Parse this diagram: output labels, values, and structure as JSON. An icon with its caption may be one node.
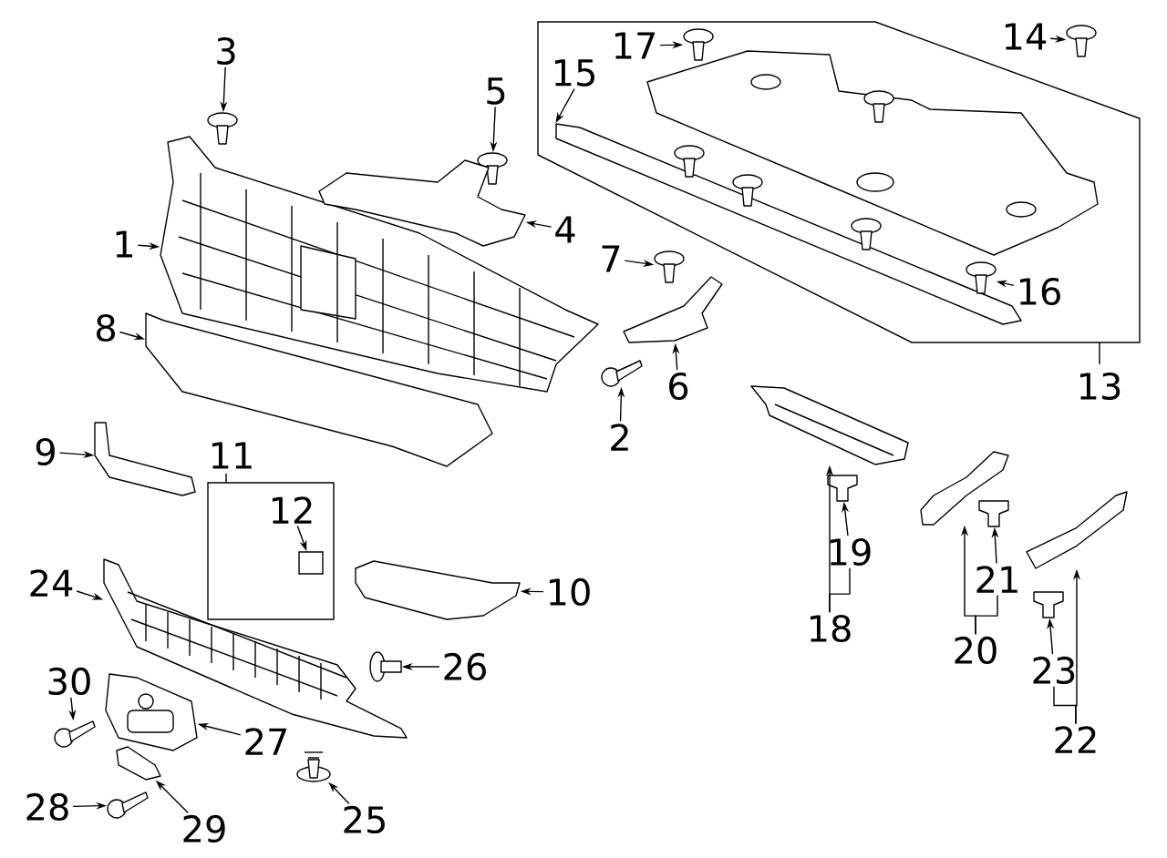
{
  "diagram": {
    "nodes": [
      {
        "text": [
          "3"
        ]
      },
      {
        "text": [],
        "shape": "picture"
      },
      {
        "text": [
          "5"
        ]
      },
      {
        "text": [],
        "shape": "picture"
      },
      {
        "text": [
          "1"
        ]
      },
      {
        "text": [],
        "shape": "picture"
      },
      {
        "text": [
          "4"
        ]
      },
      {
        "text": [],
        "shape": "picture"
      },
      {
        "text": [
          "8"
        ]
      },
      {
        "text": [],
        "shape": "picture"
      },
      {
        "text": [
          "7"
        ]
      },
      {
        "text": [],
        "shape": "picture"
      },
      {
        "text": [
          "6"
        ]
      },
      {
        "text": [],
        "shape": "picture"
      },
      {
        "text": [
          "2"
        ]
      },
      {
        "text": [],
        "shape": "picture"
      },
      {
        "text": [
          "13"
        ]
      },
      {
        "text": [
          "17"
        ],
        "in": 16
      },
      {
        "text": [],
        "shape": "picture",
        "in": 16
      },
      {
        "text": [
          "14"
        ]
      },
      {
        "text": [],
        "shape": "picture"
      },
      {
        "text": [
          "15"
        ],
        "in": 16
      },
      {
        "text": [],
        "shape": "picture",
        "in": 16
      },
      {
        "text": [
          "16"
        ],
        "in": 16
      },
      {
        "text": [],
        "shape": "picture",
        "in": 16
      },
      {
        "text": [],
        "shape": "picture",
        "in": 16
      },
      {
        "text": [
          "9"
        ]
      },
      {
        "text": [],
        "shape": "picture"
      },
      {
        "text": [
          "11"
        ]
      },
      {
        "text": [
          "12"
        ],
        "in": 28
      },
      {
        "text": [],
        "shape": "box",
        "in": 28
      },
      {
        "text": [
          "10"
        ]
      },
      {
        "text": [],
        "shape": "picture"
      },
      {
        "text": [
          "24"
        ]
      },
      {
        "text": [],
        "shape": "picture"
      },
      {
        "text": [
          "26"
        ]
      },
      {
        "text": [],
        "shape": "picture"
      },
      {
        "text": [
          "30"
        ]
      },
      {
        "text": [],
        "shape": "picture"
      },
      {
        "text": [
          "27"
        ]
      },
      {
        "text": [],
        "shape": "picture"
      },
      {
        "text": [
          "28"
        ]
      },
      {
        "text": [],
        "shape": "picture"
      },
      {
        "text": [
          "29"
        ]
      },
      {
        "text": [],
        "shape": "picture"
      },
      {
        "text": [
          "25"
        ]
      },
      {
        "text": [],
        "shape": "picture"
      },
      {
        "text": [
          "18"
        ]
      },
      {
        "text": [],
        "shape": "picture"
      },
      {
        "text": [
          "19"
        ]
      },
      {
        "text": [],
        "shape": "picture"
      },
      {
        "text": [
          "20"
        ]
      },
      {
        "text": [],
        "shape": "picture"
      },
      {
        "text": [
          "21"
        ]
      },
      {
        "text": [],
        "shape": "picture"
      },
      {
        "text": [
          "22"
        ]
      },
      {
        "text": [],
        "shape": "picture"
      },
      {
        "text": [
          "23"
        ]
      },
      {
        "text": [],
        "shape": "picture"
      }
    ],
    "edges": [
      {
        "from": 0,
        "to": 1,
        "arrow": "to"
      },
      {
        "from": 2,
        "to": 3,
        "arrow": "to"
      },
      {
        "from": 4,
        "to": 5,
        "arrow": "to"
      },
      {
        "from": 6,
        "to": 7,
        "arrow": "to"
      },
      {
        "from": 8,
        "to": 9,
        "arrow": "to"
      },
      {
        "from": 10,
        "to": 11,
        "arrow": "to"
      },
      {
        "from": 12,
        "to": 13,
        "arrow": "to"
      },
      {
        "from": 14,
        "to": 15,
        "arrow": "to"
      },
      {
        "from": 17,
        "to": 18,
        "arrow": "to"
      },
      {
        "from": 19,
        "to": 20,
        "arrow": "to"
      },
      {
        "from": 21,
        "to": 22,
        "arrow": "to"
      },
      {
        "from": 23,
        "to": 24,
        "arrow": "to"
      },
      {
        "from": 26,
        "to": 27,
        "arrow": "to"
      },
      {
        "from": 29,
        "to": 30,
        "arrow": "to"
      },
      {
        "from": 31,
        "to": 32,
        "arrow": "to"
      },
      {
        "from": 33,
        "to": 34,
        "arrow": "to"
      },
      {
        "from": 35,
        "to": 36,
        "arrow": "to"
      },
      {
        "from": 37,
        "to": 38,
        "arrow": "to"
      },
      {
        "from": 39,
        "to": 40,
        "arrow": "to"
      },
      {
        "from": 41,
        "to": 42,
        "arrow": "to"
      },
      {
        "from": 43,
        "to": 44,
        "arrow": "to"
      },
      {
        "from": 45,
        "to": 46,
        "arrow": "to"
      },
      {
        "from": 47,
        "to": 48,
        "arrow": "to"
      },
      {
        "from": 47,
        "to": 49,
        "arrow": "none"
      },
      {
        "from": 49,
        "to": 50,
        "arrow": "to"
      },
      {
        "from": 51,
        "to": 52,
        "arrow": "to"
      },
      {
        "from": 51,
        "to": 53,
        "arrow": "none"
      },
      {
        "from": 53,
        "to": 54,
        "arrow": "to"
      },
      {
        "from": 55,
        "to": 56,
        "arrow": "to"
      },
      {
        "from": 55,
        "to": 57,
        "arrow": "none"
      },
      {
        "from": 57,
        "to": 58,
        "arrow": "to"
      }
    ]
  }
}
